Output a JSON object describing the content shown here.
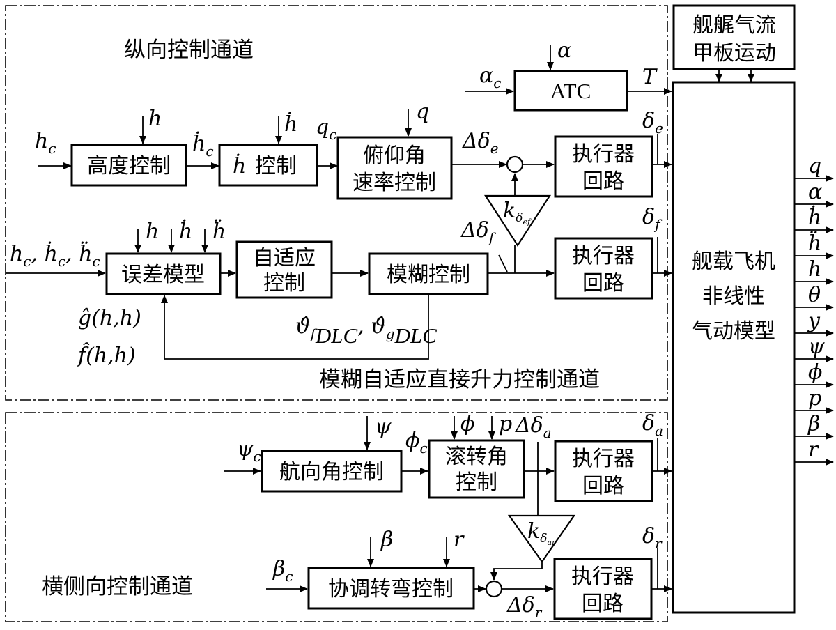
{
  "channels": {
    "longitudinal": "纵向控制通道",
    "fuzzy_dlc": "模糊自适应直接升力控制通道",
    "lateral": "横侧向控制通道"
  },
  "blocks": {
    "disturbance": [
      "舰艉气流",
      "甲板运动"
    ],
    "atc": "ATC",
    "altitude_control": "高度控制",
    "hdot_control": "控制",
    "pitch_rate_control": [
      "俯仰角",
      "速率控制"
    ],
    "actuator": [
      "执行器",
      "回路"
    ],
    "error_model": "误差模型",
    "adaptive_control": [
      "自适应",
      "控制"
    ],
    "fuzzy_control": "模糊控制",
    "aircraft_model": [
      "舰载飞机",
      "非线性",
      "气动模型"
    ],
    "heading_control": "航向角控制",
    "roll_control": [
      "滚转角",
      "控制"
    ],
    "turn_coordination": "协调转弯控制"
  },
  "signals": {
    "alpha_c": "α",
    "alpha_c_sub": "c",
    "alpha_in": "α",
    "T": "T",
    "h_c": "h",
    "h_c_sub": "c",
    "h_fb": "h",
    "hdot_c": "ḣ",
    "hdot_c_sub": "c",
    "hdot_fb": "ḣ",
    "hdot_block_sym": "ḣ",
    "q_c": "q",
    "q_c_sub": "c",
    "q_fb": "q",
    "d_delta_e": "Δδ",
    "d_delta_e_sub": "e",
    "delta_e": "δ",
    "delta_e_sub": "e",
    "k_gain_top": "k",
    "k_gain_top_sub": "δ",
    "k_gain_top_subsub": "ef",
    "d_delta_f": "Δδ",
    "d_delta_f_sub": "f",
    "delta_f": "δ",
    "delta_f_sub": "f",
    "refs_in": "h꜀, ḣ꜀, ḧ꜀",
    "refs_h": "h",
    "refs_hd": "ḣ",
    "refs_hdd": "ḧ",
    "ref_sub": "c",
    "g_hat": "ĝ(h,h)",
    "f_hat": "f̂(h,h)",
    "theta_hats": "ϑ̂",
    "theta_sub_f": "f",
    "theta_sub_g": "g",
    "dlc": "DLC",
    "psi_c": "ψ",
    "psi_c_sub": "c",
    "psi_fb": "ψ",
    "phi_c": "ϕ",
    "phi_c_sub": "c",
    "phi_fb": "ϕ",
    "p_fb": "p",
    "d_delta_a": "Δδ",
    "d_delta_a_sub": "a",
    "delta_a": "δ",
    "delta_a_sub": "a",
    "k_gain_bot": "k",
    "k_gain_bot_sub": "δ",
    "k_gain_bot_subsub": "ar",
    "beta_c": "β",
    "beta_c_sub": "c",
    "beta_fb": "β",
    "r_fb": "r",
    "d_delta_r": "Δδ",
    "d_delta_r_sub": "r",
    "delta_r": "δ",
    "delta_r_sub": "r"
  },
  "outputs": [
    "q",
    "α",
    "ḣ",
    "ḧ",
    "h",
    "θ",
    "y",
    "ψ",
    "ϕ",
    "p",
    "β",
    "r"
  ]
}
